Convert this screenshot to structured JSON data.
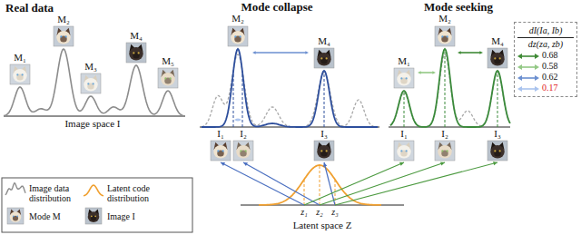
{
  "diagram": {
    "nodes": [
      {
        "text": [
          "dI(Ia, Ib)",
          "dz(za, zb)",
          "0.68",
          "0.58",
          "0.62",
          "0.17"
        ]
      }
    ],
    "labels": [
      "Real data",
      "M₁",
      "M₂",
      "M₃",
      "M₄",
      "M₅",
      "Image space I",
      "Mode collapse",
      "M₂",
      "M₄",
      "I₁",
      "I₂",
      "I₃",
      "Mode seeking",
      "M₁",
      "M₂",
      "M₄",
      "I₁",
      "I₂",
      "I₃",
      "z₁",
      "z₂",
      "z₃",
      "Latent space Z"
    ],
    "legend": [
      {
        "text": "Image data distribution"
      },
      {
        "text": "Latent code distribution"
      },
      {
        "text": "Mode M"
      },
      {
        "text": "Image I"
      }
    ]
  }
}
